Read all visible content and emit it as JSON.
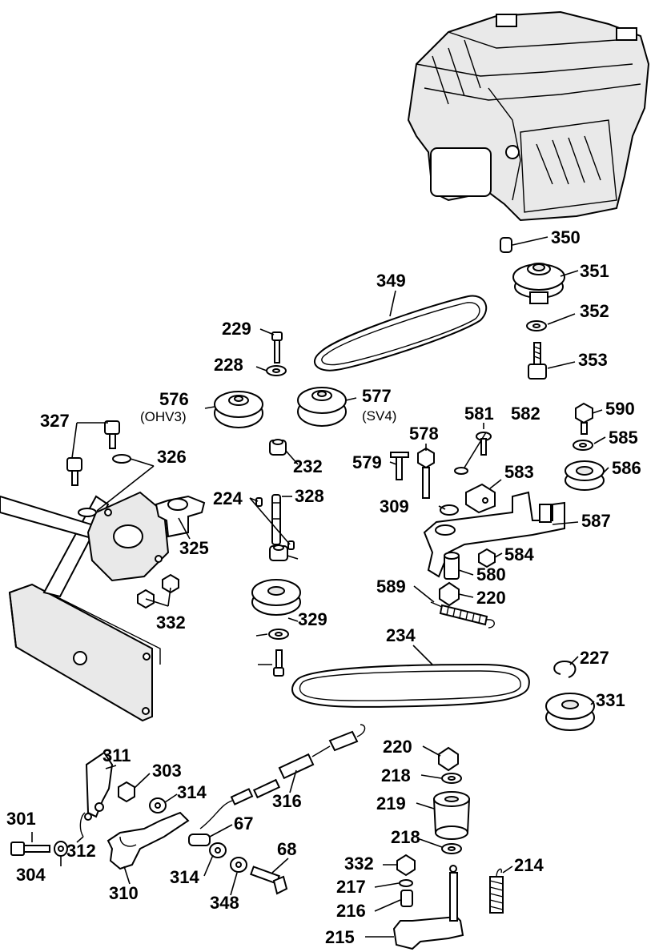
{
  "parts": [
    {
      "id": "350"
    },
    {
      "id": "351"
    },
    {
      "id": "349"
    },
    {
      "id": "352"
    },
    {
      "id": "353"
    },
    {
      "id": "229"
    },
    {
      "id": "228"
    },
    {
      "id": "576"
    },
    {
      "id": "577"
    },
    {
      "id": "327"
    },
    {
      "id": "326"
    },
    {
      "id": "325"
    },
    {
      "id": "232"
    },
    {
      "id": "224"
    },
    {
      "id": "328"
    },
    {
      "id": "579"
    },
    {
      "id": "578"
    },
    {
      "id": "581"
    },
    {
      "id": "582"
    },
    {
      "id": "583"
    },
    {
      "id": "309"
    },
    {
      "id": "590"
    },
    {
      "id": "585"
    },
    {
      "id": "586"
    },
    {
      "id": "587"
    },
    {
      "id": "584"
    },
    {
      "id": "580"
    },
    {
      "id": "220"
    },
    {
      "id": "589"
    },
    {
      "id": "332"
    },
    {
      "id": "329"
    },
    {
      "id": "234"
    },
    {
      "id": "227"
    },
    {
      "id": "331"
    },
    {
      "id": "311"
    },
    {
      "id": "303"
    },
    {
      "id": "314"
    },
    {
      "id": "316"
    },
    {
      "id": "301"
    },
    {
      "id": "312"
    },
    {
      "id": "304"
    },
    {
      "id": "67"
    },
    {
      "id": "310"
    },
    {
      "id": "68"
    },
    {
      "id": "348"
    },
    {
      "id": "218"
    },
    {
      "id": "219"
    },
    {
      "id": "217"
    },
    {
      "id": "216"
    },
    {
      "id": "215"
    },
    {
      "id": "214"
    }
  ],
  "variants": {
    "576": "(OHV3)",
    "577": "(SV4)"
  }
}
